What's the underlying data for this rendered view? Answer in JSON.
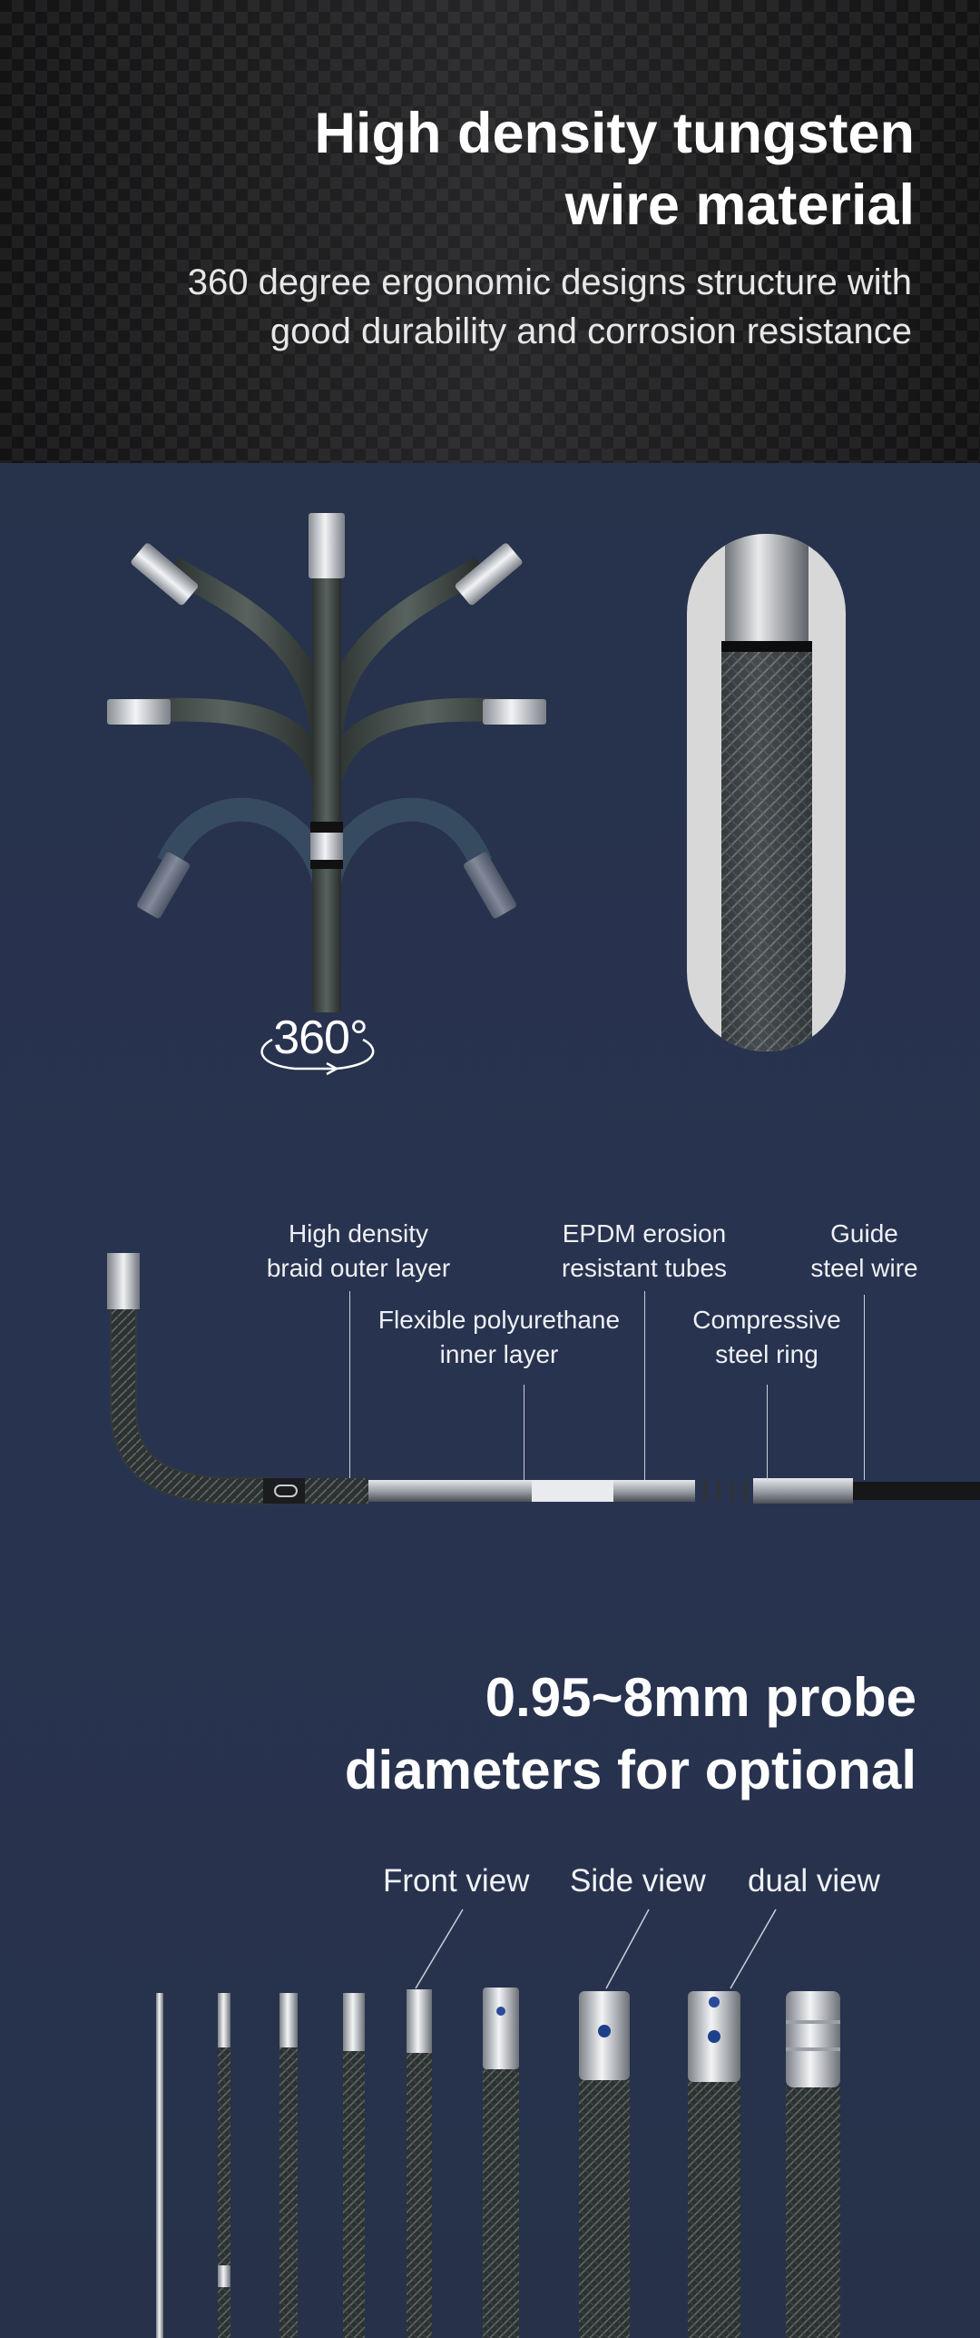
{
  "hero": {
    "title_line1": "High density tungsten",
    "title_line2": "wire material",
    "subtitle_line1": "360 degree ergonomic designs structure with",
    "subtitle_line2": "good durability and corrosion resistance"
  },
  "rotation": {
    "label": "360°"
  },
  "structure": {
    "labels": [
      {
        "line1": "High density",
        "line2": "braid outer layer"
      },
      {
        "line1": "Flexible polyurethane",
        "line2": "inner layer"
      },
      {
        "line1": "EPDM erosion",
        "line2": "resistant tubes"
      },
      {
        "line1": "Compressive",
        "line2": "steel ring"
      },
      {
        "line1": "Guide",
        "line2": "steel wire"
      }
    ]
  },
  "probes": {
    "title_line1": "0.95~8mm probe",
    "title_line2": "diameters for optional",
    "views": [
      "Front view",
      "Side view",
      "dual view"
    ]
  },
  "colors": {
    "background": "#283350",
    "hero_background": "#1d1d1f",
    "text": "#ffffff"
  }
}
